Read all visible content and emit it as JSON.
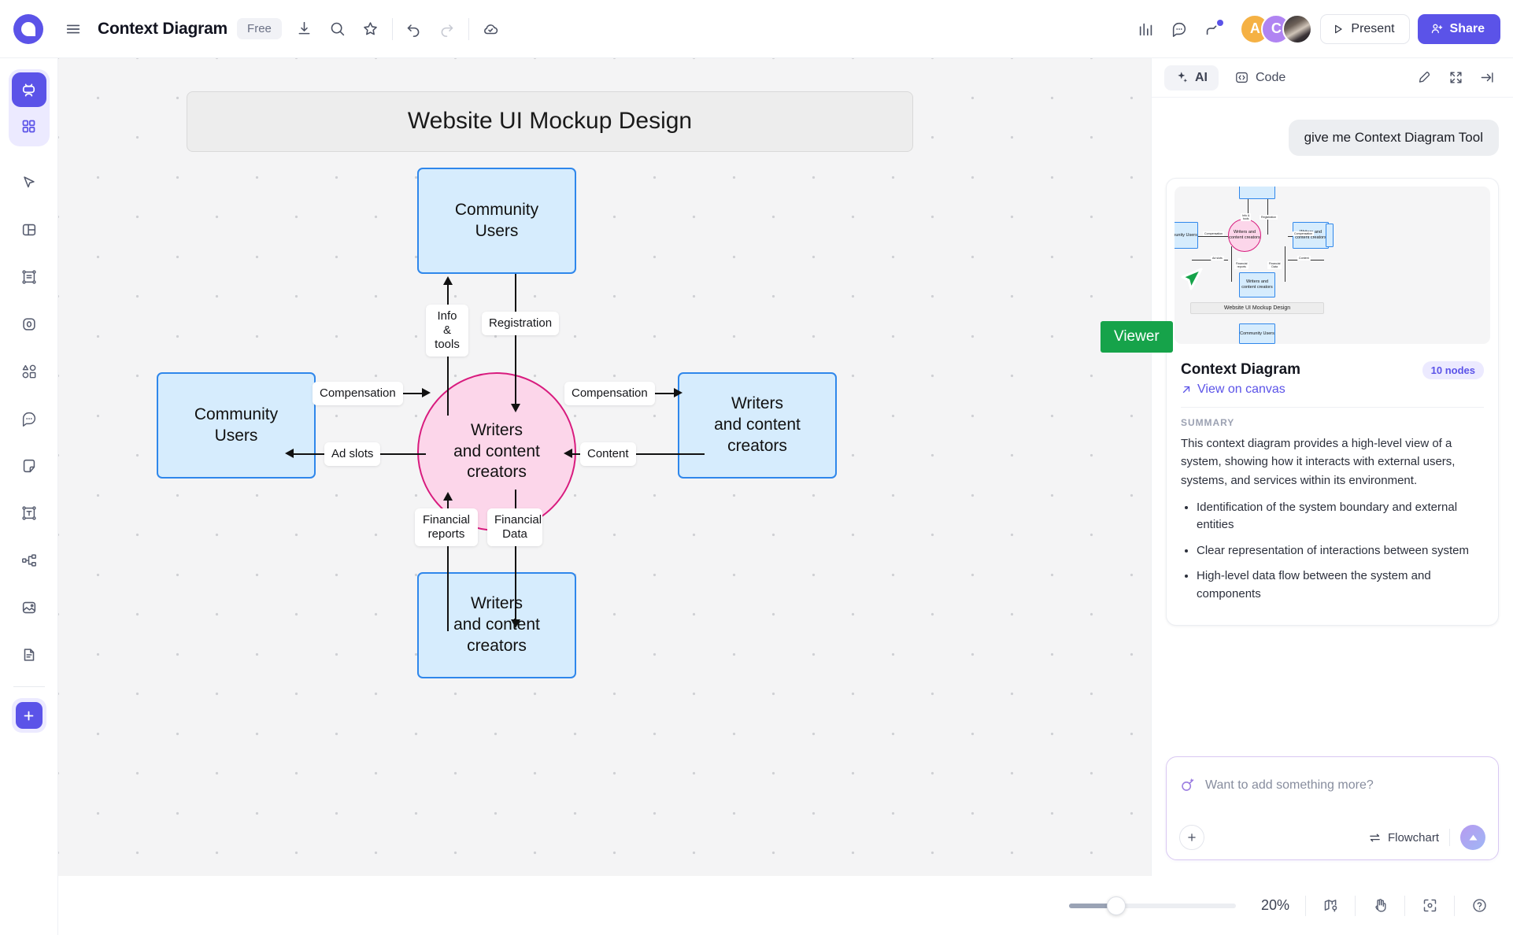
{
  "topbar": {
    "menu_icon": "hamburger-menu-icon",
    "doc_title": "Context Diagram",
    "plan_badge": "Free",
    "icons": [
      "download-icon",
      "search-icon",
      "star-icon",
      "undo-icon",
      "redo-icon",
      "cloud-sync-icon",
      "analytics-icon",
      "comment-icon",
      "connector-icon"
    ],
    "avatars": [
      {
        "label": "A",
        "color": "#f5b144"
      },
      {
        "label": "C",
        "color": "#b084f2"
      },
      {
        "label": "",
        "color": "photo"
      }
    ],
    "present_label": "Present",
    "share_label": "Share"
  },
  "rail": {
    "items": [
      {
        "name": "frames-icon",
        "active": true
      },
      {
        "name": "apps-grid-icon",
        "active": false
      },
      {
        "name": "cursor-select-icon",
        "active": false
      },
      {
        "name": "layout-template-icon",
        "active": false
      },
      {
        "name": "text-frame-icon",
        "active": false
      },
      {
        "name": "media-icon",
        "active": false
      },
      {
        "name": "shapes-icon",
        "active": false
      },
      {
        "name": "comment-icon",
        "active": false
      },
      {
        "name": "sticky-note-icon",
        "active": false
      },
      {
        "name": "text-tool-icon",
        "active": false
      },
      {
        "name": "flowchart-icon",
        "active": false
      },
      {
        "name": "image-icon",
        "active": false
      },
      {
        "name": "document-icon",
        "active": false
      }
    ],
    "add_label": "+"
  },
  "canvas": {
    "title_bar": "Website UI Mockup Design",
    "nodes": [
      {
        "id": "top",
        "label": "Community\nUsers"
      },
      {
        "id": "left",
        "label": "Community\nUsers"
      },
      {
        "id": "center",
        "label": "Writers\nand content\ncreators"
      },
      {
        "id": "right",
        "label": "Writers\nand content\ncreators"
      },
      {
        "id": "bottom",
        "label": "Writers\nand content\ncreators"
      }
    ],
    "edge_labels": [
      {
        "id": "info-tools",
        "text": "Info &\ntools"
      },
      {
        "id": "registration",
        "text": "Registration"
      },
      {
        "id": "compensation-left",
        "text": "Compensation"
      },
      {
        "id": "compensation-right",
        "text": "Compensation"
      },
      {
        "id": "ad-slots",
        "text": "Ad slots"
      },
      {
        "id": "content",
        "text": "Content"
      },
      {
        "id": "financial-reports",
        "text": "Financial\nreports"
      },
      {
        "id": "financial-data",
        "text": "Financial\nData"
      }
    ],
    "colors": {
      "box_fill": "#d6ecfd",
      "box_stroke": "#2f87eb",
      "circle_fill": "#fcd6ea",
      "circle_stroke": "#d81b7e",
      "title_fill": "#ededed"
    }
  },
  "cursor": {
    "label": "Viewer",
    "color": "#16a34a"
  },
  "statusbar": {
    "zoom_value": "20%",
    "buttons": [
      "minimap-icon",
      "hand-pan-icon",
      "screenshot-icon",
      "help-icon"
    ]
  },
  "panel": {
    "tabs": [
      {
        "id": "ai",
        "label": "AI",
        "icon": "sparkle-icon",
        "active": true
      },
      {
        "id": "code",
        "label": "Code",
        "icon": "code-brackets-icon",
        "active": false
      }
    ],
    "tools": [
      "edit-pencil-icon",
      "expand-fullscreen-icon",
      "collapse-panel-icon"
    ],
    "user_message": "give me Context Diagram Tool",
    "result": {
      "title": "Context Diagram",
      "nodes_badge": "10 nodes",
      "view_link": "View on canvas",
      "summary_label": "SUMMARY",
      "summary_text": "This context diagram provides a high-level view of a system, showing how it interacts with external users, systems, and services within its environment.",
      "bullets": [
        "Identification of the system boundary and external entities",
        "Clear representation of interactions between system",
        "High-level data flow between the system and components"
      ]
    },
    "composer": {
      "placeholder": "Want to add something more?",
      "add_label": "+",
      "mode_label": "Flowchart",
      "send_icon": "send-up-icon"
    }
  }
}
